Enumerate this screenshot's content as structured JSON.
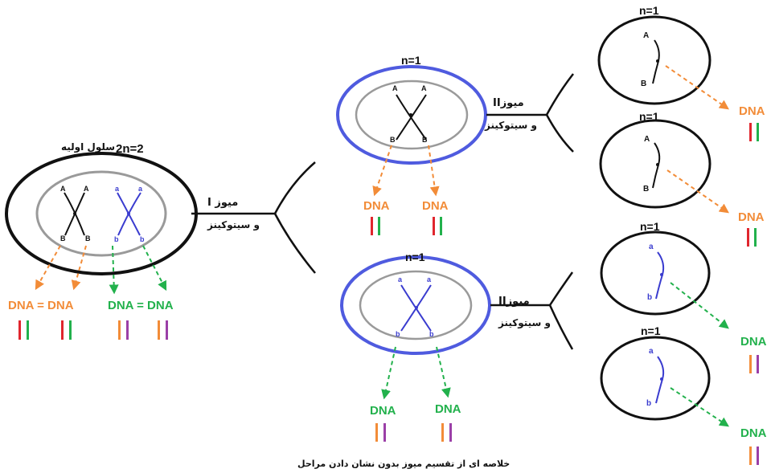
{
  "colors": {
    "orange": "#f28c38",
    "green": "#22b14c",
    "red": "#e0262e",
    "purple": "#9b3fa7",
    "blue_chrom": "#3a3ccf",
    "blue_membrane": "#4f5bdf",
    "gray_nucleus": "#9a9a9a",
    "black": "#111111"
  },
  "primary_cell": {
    "ploidy": "2n=2",
    "name": "سلول اولیه",
    "alleles_dark": [
      "A",
      "A",
      "B",
      "B"
    ],
    "alleles_blue": [
      "a",
      "a",
      "b",
      "b"
    ],
    "dna_left": "DNA = DNA",
    "dna_right": "DNA = DNA"
  },
  "meiosis1": {
    "title": "میوز I",
    "sub": "و سیتوکینز"
  },
  "meiosis2_top": {
    "title": "میوزII",
    "sub": "و سیتوکینز"
  },
  "meiosis2_bottom": {
    "title": "میوزII",
    "sub": "و سیتوکینز"
  },
  "secondary_top": {
    "ploidy": "n=1",
    "alleles": [
      "A",
      "A",
      "B",
      "B"
    ],
    "dna": [
      "DNA",
      "DNA"
    ]
  },
  "secondary_bottom": {
    "ploidy": "n=1",
    "alleles": [
      "a",
      "a",
      "b",
      "b"
    ],
    "dna": [
      "DNA",
      "DNA"
    ]
  },
  "gametes": [
    {
      "ploidy": "n=1",
      "allele_top": "A",
      "allele_bottom": "B",
      "dna": "DNA"
    },
    {
      "ploidy": "n=1",
      "allele_top": "A",
      "allele_bottom": "B",
      "dna": "DNA"
    },
    {
      "ploidy": "n=1",
      "allele_top": "a",
      "allele_bottom": "b",
      "dna": "DNA"
    },
    {
      "ploidy": "n=1",
      "allele_top": "a",
      "allele_bottom": "b",
      "dna": "DNA"
    }
  ],
  "caption": "خلاصه ای از تقسیم میوز بدون نشان دادن مراحل"
}
